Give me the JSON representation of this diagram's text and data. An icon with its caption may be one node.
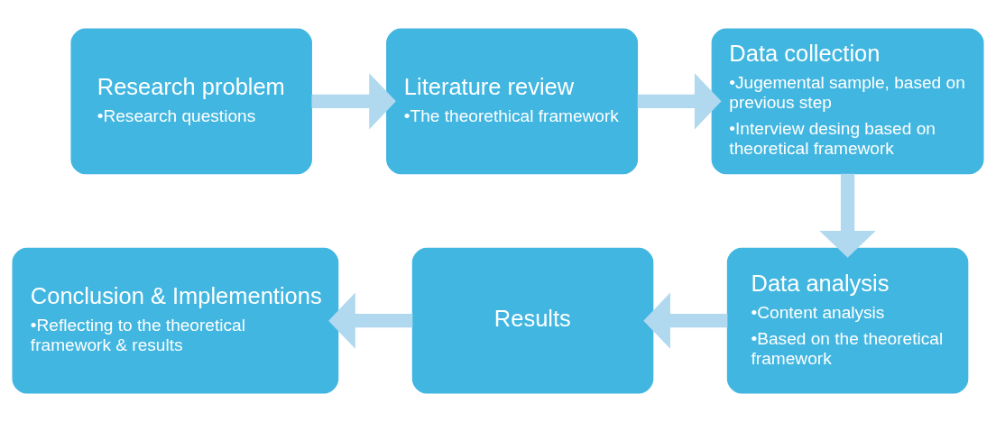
{
  "diagram": {
    "nodes": [
      {
        "text": [
          "Research problem",
          "•Research questions"
        ]
      },
      {
        "text": [
          "Literature review",
          "•The theorethical framework"
        ]
      },
      {
        "text": [
          "Data collection",
          "•Jugemental sample, based on previous step",
          "•Interview desing based on theoretical framework"
        ]
      },
      {
        "text": [
          "Data analysis",
          "•Content analysis",
          "•Based on the theoretical framework"
        ]
      },
      {
        "text": [
          "Results"
        ]
      },
      {
        "text": [
          "Conclusion & Implementions",
          "•Reflecting to the theoretical framework & results"
        ]
      }
    ],
    "edges": [
      {
        "from": 0,
        "to": 1,
        "arrow": "to"
      },
      {
        "from": 1,
        "to": 2,
        "arrow": "to"
      },
      {
        "from": 2,
        "to": 3,
        "arrow": "to"
      },
      {
        "from": 3,
        "to": 4,
        "arrow": "to"
      },
      {
        "from": 4,
        "to": 5,
        "arrow": "to"
      }
    ]
  }
}
